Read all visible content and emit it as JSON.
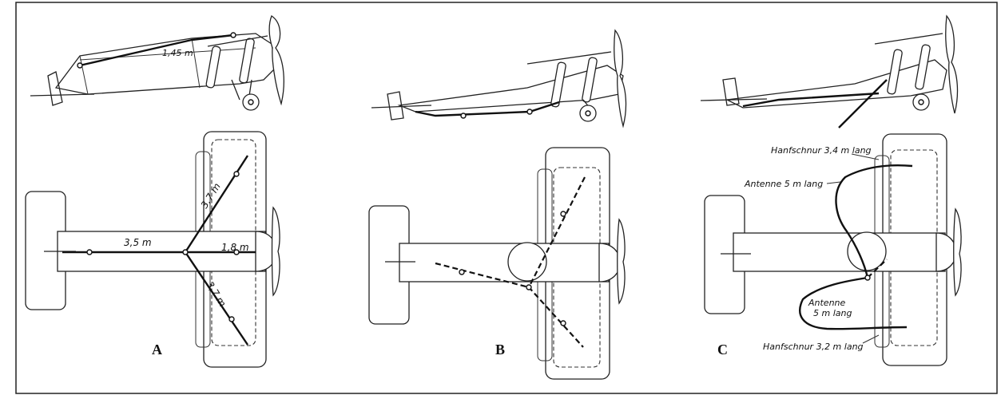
{
  "panels": [
    {
      "letter": "A",
      "labels": {
        "fuselage_top": "1,45 m",
        "upper_wire": "3,7 m",
        "tail_wire": "3,5 m",
        "front_wire": "1,8 m",
        "lower_wire": "3,7 m"
      }
    },
    {
      "letter": "B"
    },
    {
      "letter": "C",
      "labels": {
        "hemp_top": "Hanfschnur 3,4 m lang",
        "antenna_top": "Antenne 5 m lang",
        "antenna_bottom_line1": "Antenne",
        "antenna_bottom_line2": "5 m lang",
        "hemp_bottom": "Hanfschnur 3,2 m lang"
      }
    }
  ]
}
